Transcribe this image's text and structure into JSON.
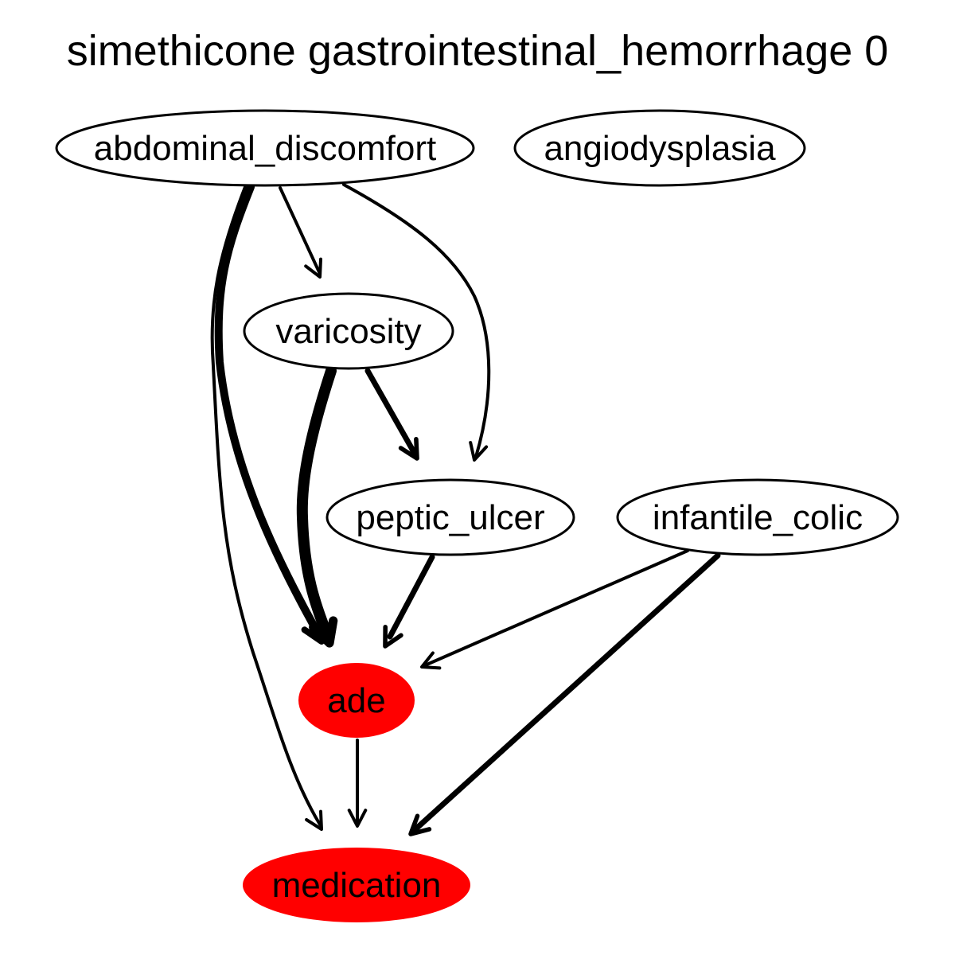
{
  "title": "simethicone gastrointestinal_hemorrhage 0",
  "colors": {
    "highlight": "#ff0000",
    "default_fill": "#ffffff",
    "stroke": "#000000"
  },
  "nodes": [
    {
      "id": "abdominal_discomfort",
      "label": "abdominal_discomfort",
      "highlighted": false
    },
    {
      "id": "angiodysplasia",
      "label": "angiodysplasia",
      "highlighted": false
    },
    {
      "id": "varicosity",
      "label": "varicosity",
      "highlighted": false
    },
    {
      "id": "peptic_ulcer",
      "label": "peptic_ulcer",
      "highlighted": false
    },
    {
      "id": "infantile_colic",
      "label": "infantile_colic",
      "highlighted": false
    },
    {
      "id": "ade",
      "label": "ade",
      "highlighted": true
    },
    {
      "id": "medication",
      "label": "medication",
      "highlighted": true
    }
  ],
  "edges": [
    {
      "from": "abdominal_discomfort",
      "to": "varicosity",
      "weight": 1
    },
    {
      "from": "abdominal_discomfort",
      "to": "peptic_ulcer",
      "weight": 1
    },
    {
      "from": "abdominal_discomfort",
      "to": "ade",
      "weight": 3
    },
    {
      "from": "abdominal_discomfort",
      "to": "medication",
      "weight": 1
    },
    {
      "from": "varicosity",
      "to": "peptic_ulcer",
      "weight": 2
    },
    {
      "from": "varicosity",
      "to": "ade",
      "weight": 4
    },
    {
      "from": "peptic_ulcer",
      "to": "ade",
      "weight": 2
    },
    {
      "from": "infantile_colic",
      "to": "ade",
      "weight": 1
    },
    {
      "from": "infantile_colic",
      "to": "medication",
      "weight": 2
    },
    {
      "from": "ade",
      "to": "medication",
      "weight": 1
    }
  ]
}
